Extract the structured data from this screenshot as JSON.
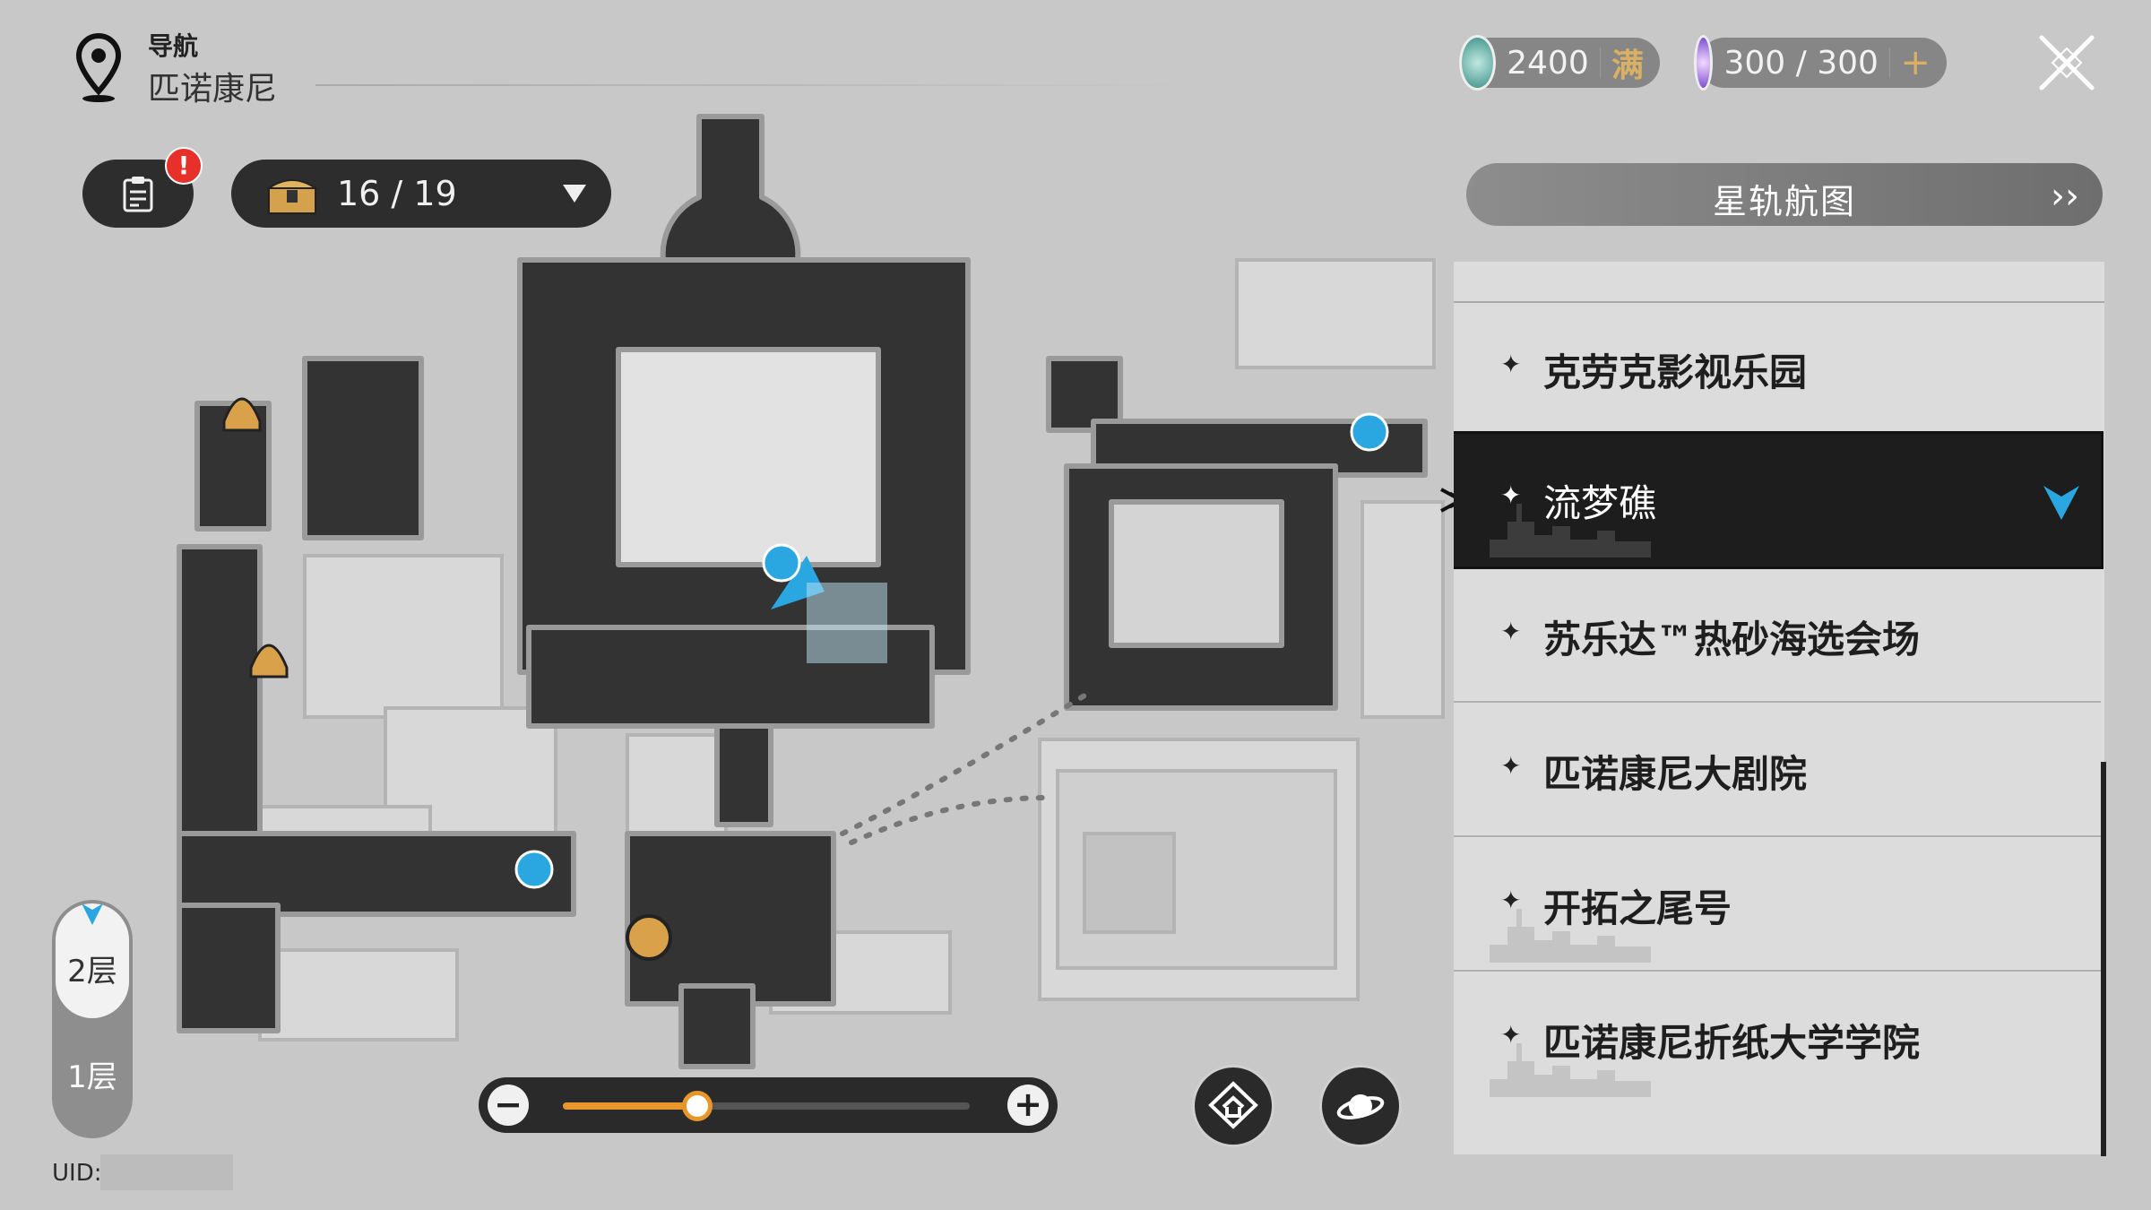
{
  "header": {
    "section_label": "导航",
    "location": "匹诺康尼"
  },
  "currency": {
    "stamina": {
      "value": "2400",
      "status": "满",
      "icon": "reserved-power-icon"
    },
    "trailblaze": {
      "value": "300 / 300",
      "add": "+",
      "icon": "trailblaze-power-icon"
    }
  },
  "quest": {
    "badge": "!"
  },
  "chest": {
    "count": "16 / 19"
  },
  "star_rail_map": {
    "label": "星轨航图"
  },
  "locations": [
    {
      "label": "克劳克影视乐园",
      "active": false
    },
    {
      "label": "流梦礁",
      "active": true
    },
    {
      "label": "苏乐达™热砂海选会场",
      "active": false
    },
    {
      "label": "匹诺康尼大剧院",
      "active": false
    },
    {
      "label": "开拓之尾号",
      "active": false
    },
    {
      "label": "匹诺康尼折纸大学学院",
      "active": false
    }
  ],
  "floors": {
    "upper": "2层",
    "lower": "1层",
    "selected": "2层"
  },
  "uid": {
    "label": "UID:"
  },
  "zoom": {
    "level": 0.33,
    "minus": "−",
    "plus": "+"
  },
  "colors": {
    "accent": "#e8962a",
    "marker": "#2aa7e0",
    "panel_dark": "#1d1d1d"
  }
}
